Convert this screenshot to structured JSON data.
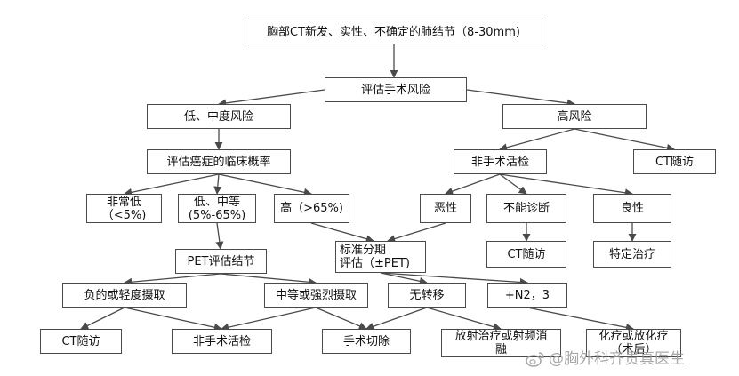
{
  "nodes": {
    "root": "胸部CT新发、实性、不确定的肺结节（8-30mm)",
    "eval_risk": "评估手术风险",
    "low_mid_risk": "低、中度风险",
    "high_risk": "高风险",
    "eval_prob": "评估癌症的临床概率",
    "nonsurg_high": "非手术活检",
    "ct_follow_top": "CT随访",
    "very_low": "非常低\n（<5%)",
    "low_mid": "低、中等\n(5%-65%)",
    "high_prob": "高（>65%)",
    "malignant": "恶性",
    "non_diag": "不能诊断",
    "benign": "良性",
    "pet_eval": "PET评估结节",
    "staging": "标准分期\n评估（±PET)",
    "ct_follow_mid": "CT随访",
    "specific_treat": "特定治疗",
    "neg_uptake": "负的或轻度摄取",
    "mod_uptake": "中等或强烈摄取",
    "no_meta": "无转移",
    "n2n3": "+N2，3",
    "ct_follow_bot": "CT随访",
    "nonsurg_bot": "非手术活检",
    "surgery": "手术切除",
    "radio": "放射治疗或射频消\n融",
    "chemo": "化疗或放化疗\n（术后）"
  },
  "watermark": "@胸外科齐贵真医生",
  "colors": {
    "stroke": "#4a4a4a",
    "text": "#111111",
    "watermark": "#9a9a9a"
  }
}
